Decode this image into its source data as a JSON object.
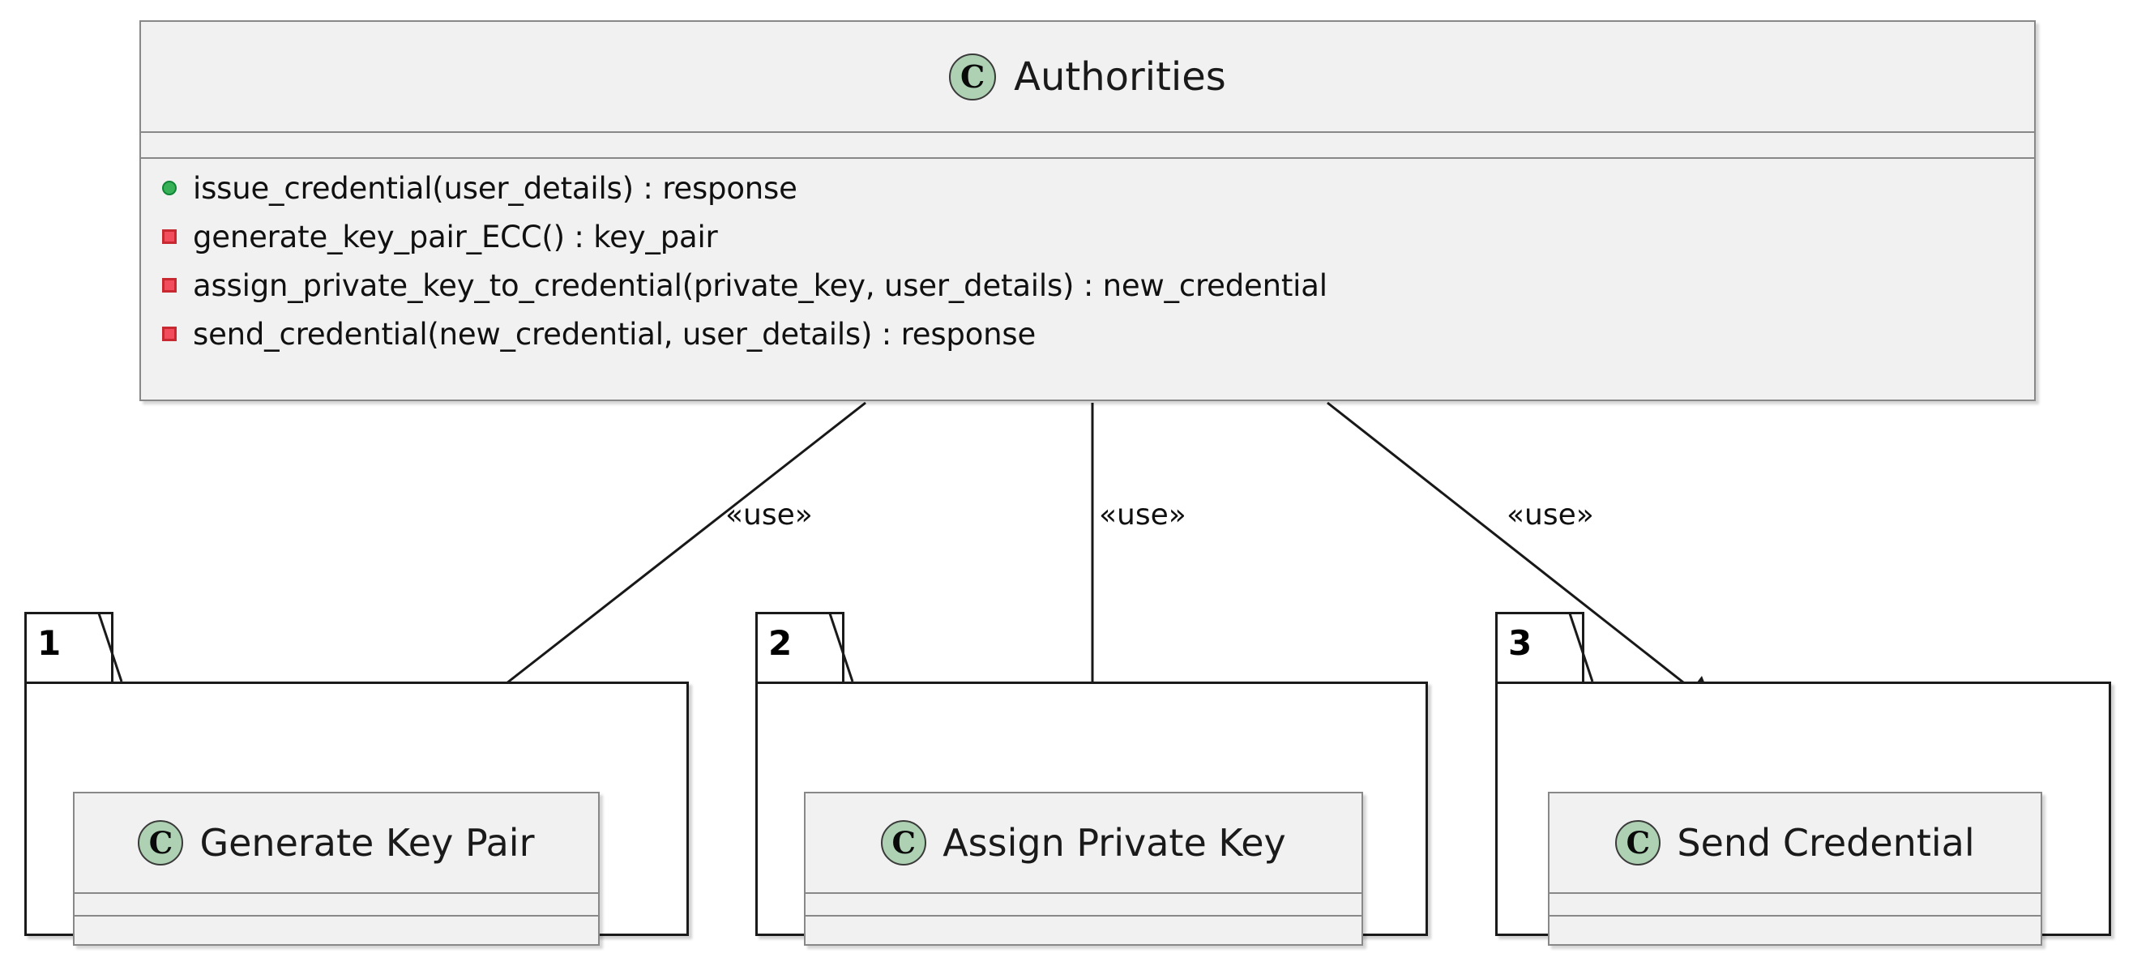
{
  "diagram": {
    "type": "uml-class-diagram",
    "background": "#FFFFFF",
    "stereotype_label": "«use»"
  },
  "main_class": {
    "name": "Authorities",
    "icon": "class-icon-c",
    "icon_letter": "C",
    "fill": "#F1F1F1",
    "border": "#888888",
    "attributes": [],
    "methods": [
      {
        "visibility": "public",
        "marker": "green-circle",
        "signature": "issue_credential(user_details) : response"
      },
      {
        "visibility": "private",
        "marker": "red-square",
        "signature": "generate_key_pair_ECC() : key_pair"
      },
      {
        "visibility": "private",
        "marker": "red-square",
        "signature": "assign_private_key_to_credential(private_key, user_details) : new_credential"
      },
      {
        "visibility": "private",
        "marker": "red-square",
        "signature": "send_credential(new_credential, user_details) : response"
      }
    ]
  },
  "edges": [
    {
      "from": "Authorities",
      "to": "Generate Key Pair",
      "label": "«use»",
      "arrow": "open-arrow"
    },
    {
      "from": "Authorities",
      "to": "Assign Private Key",
      "label": "«use»",
      "arrow": "open-arrow"
    },
    {
      "from": "Authorities",
      "to": "Send Credential",
      "label": "«use»",
      "arrow": "open-arrow"
    }
  ],
  "packages": [
    {
      "number": "1",
      "fill": "#FFFFFF",
      "border": "#1A1A1A",
      "class": {
        "name": "Generate Key Pair",
        "icon_letter": "C",
        "attributes": [],
        "methods": []
      }
    },
    {
      "number": "2",
      "fill": "#FFFFFF",
      "border": "#1A1A1A",
      "class": {
        "name": "Assign Private Key",
        "icon_letter": "C",
        "attributes": [],
        "methods": []
      }
    },
    {
      "number": "3",
      "fill": "#FFFFFF",
      "border": "#1A1A1A",
      "class": {
        "name": "Send Credential",
        "icon_letter": "C",
        "attributes": [],
        "methods": []
      }
    }
  ],
  "colors": {
    "class_fill": "#F1F1F1",
    "class_border": "#888888",
    "icon_green": "#ADD1B2",
    "public_marker": "#38B058",
    "private_marker": "#F24D5C",
    "line": "#181818",
    "text": "#101010"
  }
}
